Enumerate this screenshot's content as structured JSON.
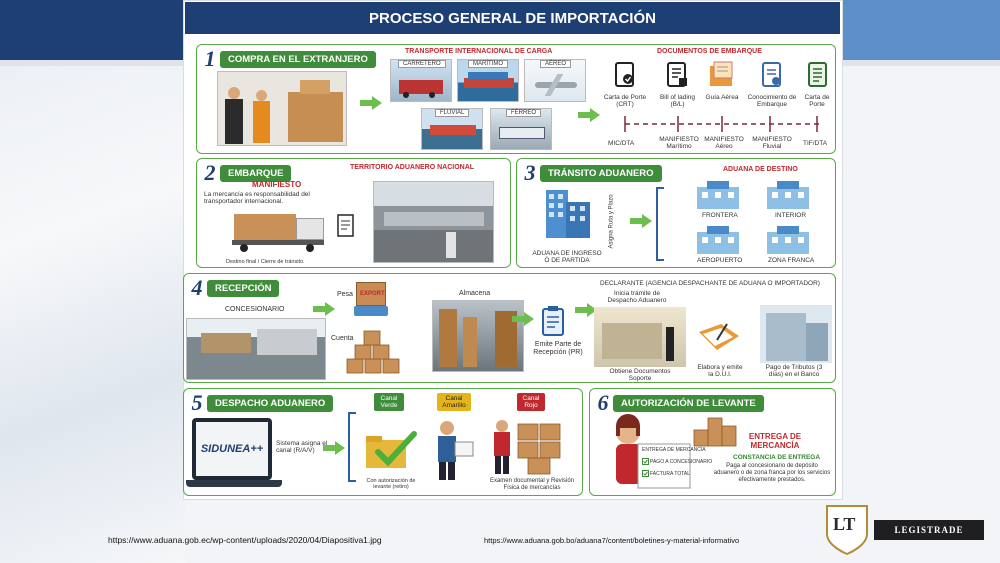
{
  "title": "PROCESO GENERAL DE IMPORTACIÓN",
  "s1": {
    "num": "1",
    "label": "COMPRA EN EL EXTRANJERO",
    "transport_title": "TRANSPORTE INTERNACIONAL DE CARGA",
    "modes": {
      "carretero": "CARRETERO",
      "maritimo": "MARÍTIMO",
      "aereo": "AÉREO",
      "fluvial": "FLUVIAL",
      "ferreo": "FÉRREO"
    },
    "docs_title": "DOCUMENTOS DE EMBARQUE",
    "docs": [
      "Carta de Porte (CRT)",
      "Bill of lading (B/L)",
      "Guía Aérea",
      "Conocimiento de Embarque",
      "Carta de Porte"
    ],
    "manifests": [
      "MIC/DTA",
      "MANIFIESTO Marítimo",
      "MANIFIESTO Aéreo",
      "MANIFIESTO Fluvial",
      "TIF/DTA"
    ]
  },
  "s2": {
    "num": "2",
    "label": "EMBARQUE",
    "territory": "TERRITORIO ADUANERO NACIONAL",
    "manifest_title": "MANIFIESTO",
    "manifest_text": "La mercancía es responsabilidad del transportador internacional.",
    "destination": "Destino final / Cierre de tránsito."
  },
  "s3": {
    "num": "3",
    "label": "TRÁNSITO ADUANERO",
    "origin": "ADUANA DE INGRESO Ó DE PARTIDA",
    "route": "Asigna Ruta y Plazo",
    "dest_title": "ADUANA DE DESTINO",
    "dest": [
      "FRONTERA",
      "INTERIOR",
      "AEROPUERTO",
      "ZONA FRANCA"
    ]
  },
  "s4": {
    "num": "4",
    "label": "RECEPCIÓN",
    "concesionario": "CONCESIONARIO",
    "pesa": "Pesa",
    "cuenta": "Cuenta",
    "almacena": "Almacena",
    "declarante": "DECLARANTE (AGENCIA DESPACHANTE DE ADUANA O IMPORTADOR)",
    "inicia": "Inicia trámite de Despacho Aduanero",
    "emite": "Emite Parte de Recepción (PR)",
    "obtiene": "Obtiene Documentos Soporte",
    "elabora": "Elabora y emite la D.U.I.",
    "pago": "Pago de Tributos (3 días) en el Banco",
    "box_label": "EXPORT"
  },
  "s5": {
    "num": "5",
    "label": "DESPACHO ADUANERO",
    "screen": "SIDUNEA++",
    "sistema": "Sistema asigna el canal (R/A/V)",
    "verde": "Canal Verde",
    "amarillo": "Canal Amarillo",
    "rojo": "Canal Rojo",
    "autorizacion": "Con autorización de levante (retiro)",
    "examen": "Examen documental y Revisión Física de mercancías"
  },
  "s6": {
    "num": "6",
    "label": "AUTORIZACIÓN DE LEVANTE",
    "entrega": "ENTREGA DE MERCANCÍA",
    "constancia": "CONSTANCIA DE ENTREGA",
    "paga": "Paga al concesionario de depósito aduanero o de zona franca por los servicios efectivamente prestados.",
    "doc_title": "ENTREGA DE MERCANCÍA",
    "doc_items": [
      "PAGO A CONCESIONARIO",
      "FACTURA TOTAL"
    ]
  },
  "urls": {
    "left": "https://www.aduana.gob.ec/wp-content/uploads/2020/04/Diapositiva1.jpg",
    "right": "https://www.aduana.gob.bo/aduana7/content/boletines-y-material-informativo"
  },
  "logo": {
    "mark": "LT",
    "name": "LEGISTRADE"
  },
  "colors": {
    "navy": "#1e3f73",
    "green": "#3f8d3a",
    "red": "#c0282d",
    "yellow": "#e5b41a"
  }
}
